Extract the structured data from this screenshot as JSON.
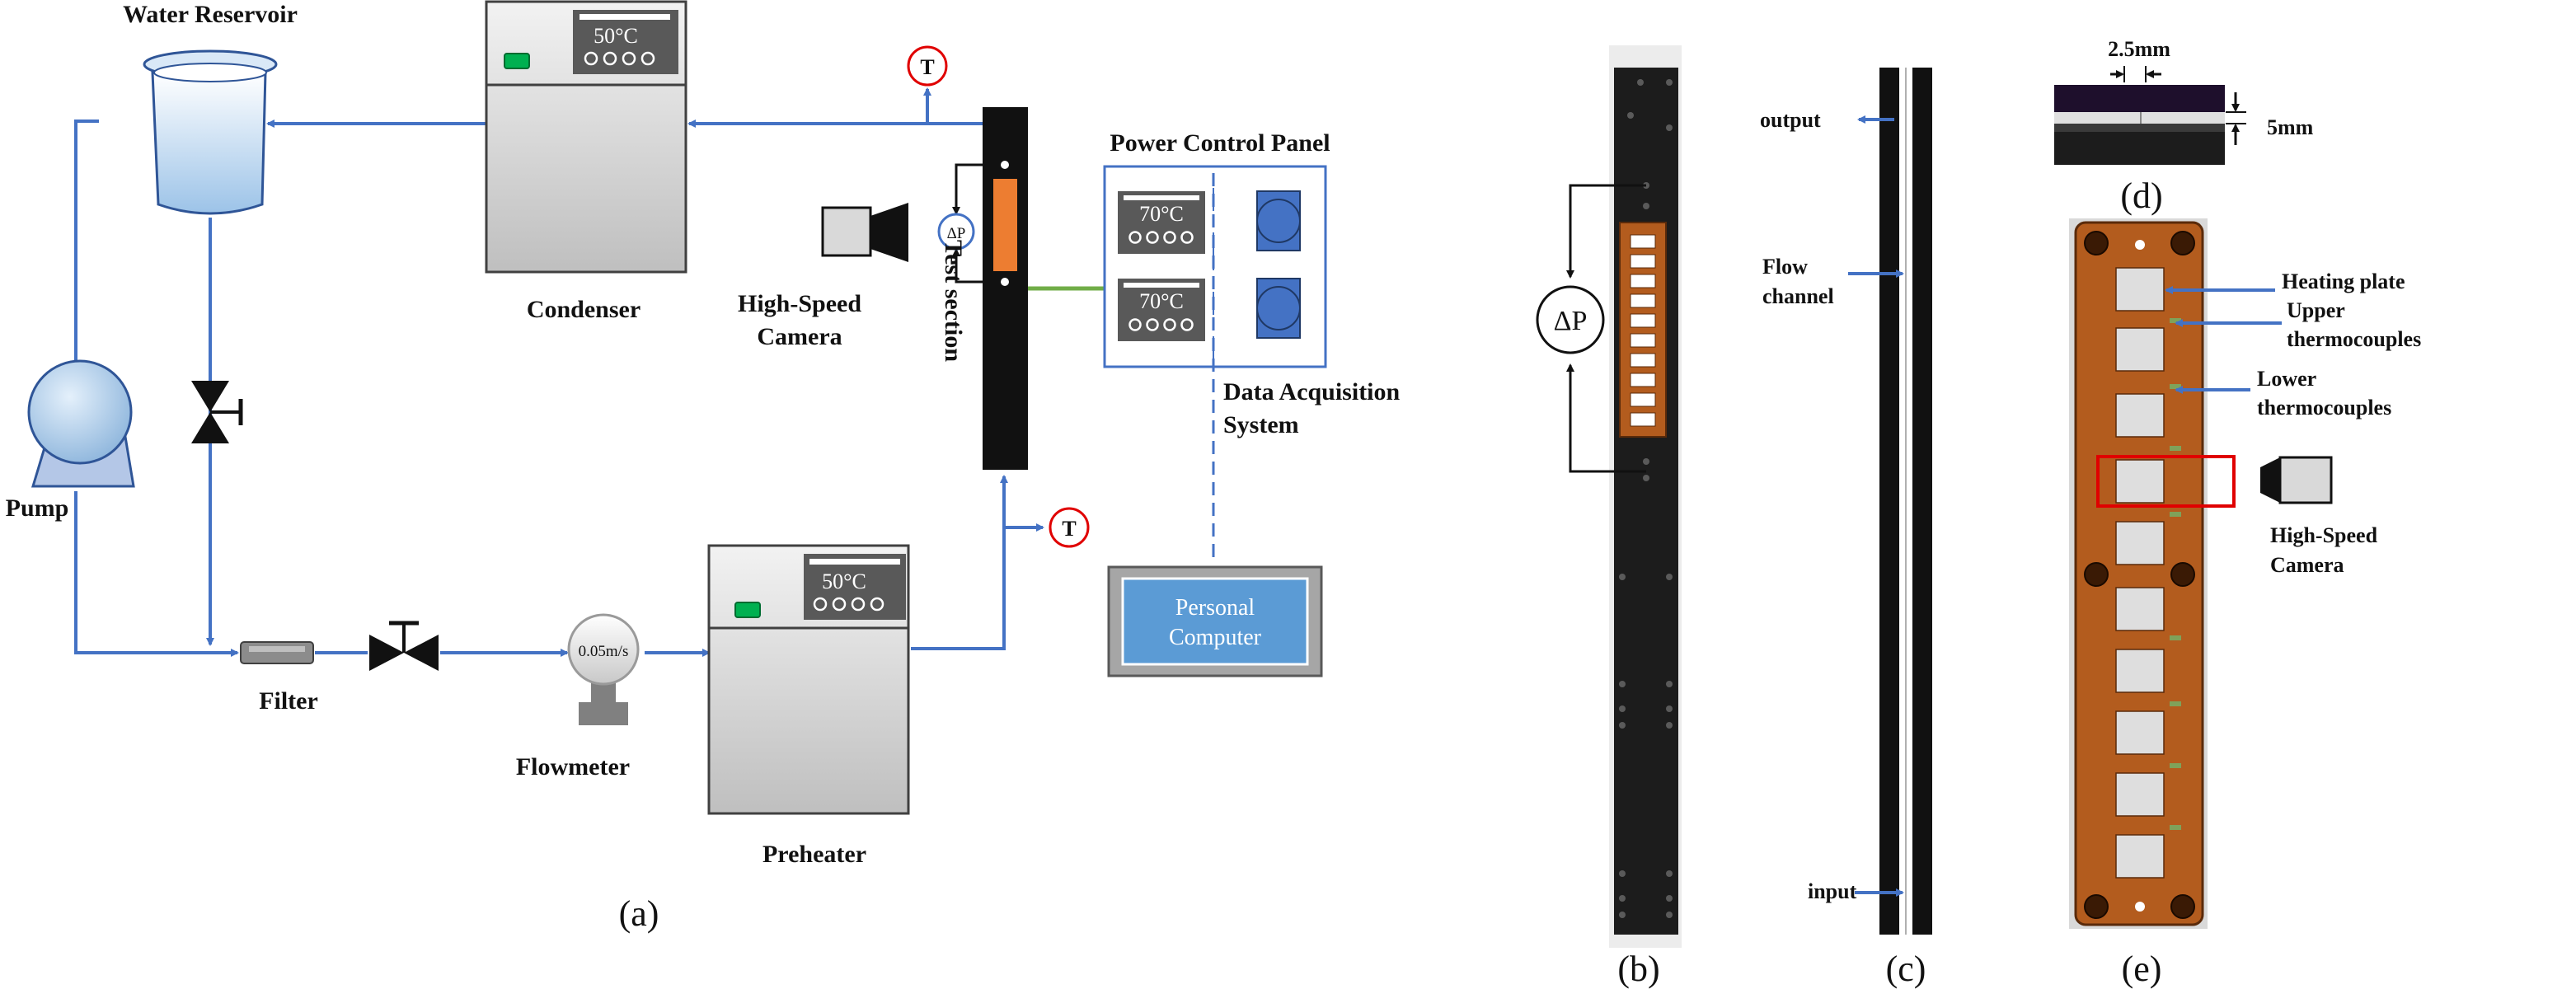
{
  "colors": {
    "pipe": "#4472c4",
    "heater_body": "#d4d4d4",
    "display_panel": "#595959",
    "test_section": "#111111",
    "heating_element": "#ed7d31",
    "power_wire": "#70ad47",
    "pc_screen": "#5b9bd5",
    "pc_frame": "#808080",
    "copper_plate": "#b35c1e",
    "highlight_box": "#e00000",
    "temp_marker": "#e00000"
  },
  "icons": [
    "water-reservoir-icon",
    "pump-icon",
    "valve-icon",
    "filter-icon",
    "flowmeter-icon",
    "heater-icon",
    "camera-icon",
    "temperature-sensor-icon",
    "pressure-sensor-icon",
    "computer-icon"
  ],
  "panel_a": {
    "water_reservoir": "Water Reservoir",
    "condenser": "Condenser",
    "condenser_temp": "50°C",
    "preheater": "Preheater",
    "preheater_temp": "50°C",
    "pump": "Pump",
    "filter": "Filter",
    "flowmeter": "Flowmeter",
    "flowmeter_reading": "0.05m/s",
    "temperature_symbol": "T",
    "pressure_symbol": "ΔP",
    "test_section": "Test section",
    "camera_line1": "High-Speed",
    "camera_line2": "Camera",
    "power_panel": "Power Control Panel",
    "power_temp_1": "70°C",
    "power_temp_2": "70°C",
    "daq_line1": "Data Acquisition",
    "daq_line2": "System",
    "pc_line1": "Personal",
    "pc_line2": "Computer",
    "caption": "(a)"
  },
  "panel_b": {
    "pressure_symbol": "ΔP",
    "caption": "(b)"
  },
  "panel_c": {
    "output": "output",
    "flow_line1": "Flow",
    "flow_line2": "channel",
    "input": "input",
    "caption": "(c)"
  },
  "panel_d": {
    "width_dim": "2.5mm",
    "height_dim": "5mm",
    "caption": "(d)"
  },
  "panel_e": {
    "heating_plate": "Heating plate",
    "upper_line1": "Upper",
    "upper_line2": "thermocouples",
    "lower_line1": "Lower",
    "lower_line2": "thermocouples",
    "camera_line1": "High-Speed",
    "camera_line2": "Camera",
    "caption": "(e)"
  }
}
